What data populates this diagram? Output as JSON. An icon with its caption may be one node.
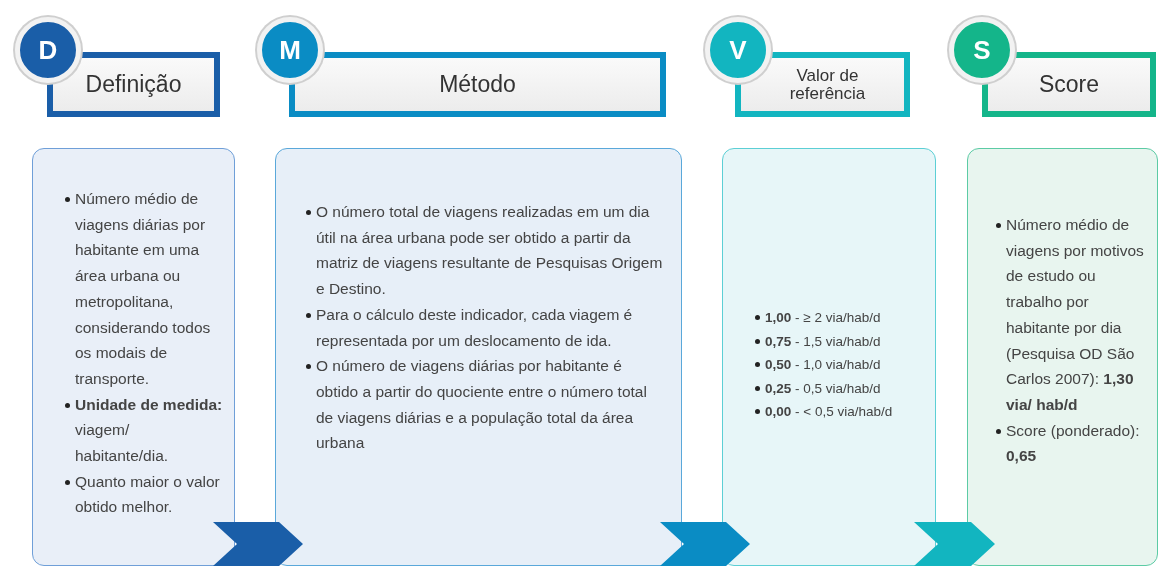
{
  "diagram": {
    "nodes": [
      {
        "text": [
          "D"
        ]
      },
      {
        "text": [
          "Definição"
        ]
      },
      {
        "text": [
          "Número médio de viagens diárias por habitante em uma área urbana ou metropolitana, considerando todos os modais de transporte.",
          "**Unidade de medida:** viagem/ habitante/dia.",
          "Quanto maior o valor obtido melhor."
        ]
      },
      {
        "text": [
          "M"
        ]
      },
      {
        "text": [
          "Método"
        ]
      },
      {
        "text": [
          "O número total de viagens realizadas em um dia útil na área urbana pode ser obtido a partir da matriz de viagens resultante de Pesquisas Origem e Destino.",
          "Para o cálculo deste indicador, cada viagem é representada por um deslocamento de ida.",
          "O número de viagens diárias por habitante é obtido a partir do quociente entre o número total de viagens diárias e a população total da área urbana"
        ]
      },
      {
        "text": [
          "V"
        ]
      },
      {
        "text": [
          "Valor de referência"
        ]
      },
      {
        "text": [
          "**1,00** - ≥ 2 via/hab/d",
          "**0,75** - 1,5 via/hab/d",
          "**0,50** - 1,0 via/hab/d",
          "**0,25** - 0,5 via/hab/d",
          "**0,00** - < 0,5 via/hab/d"
        ]
      },
      {
        "text": [
          "S"
        ]
      },
      {
        "text": [
          "Score"
        ]
      },
      {
        "text": [
          "Número médio de viagens por motivos de estudo ou trabalho por habitante por dia (Pesquisa OD São Carlos 2007): **1,30 via/ hab/d**",
          "Score (ponderado): **0,65**"
        ]
      }
    ],
    "edges": [
      {
        "from": 2,
        "to": 5,
        "arrow": "to"
      },
      {
        "from": 5,
        "to": 8,
        "arrow": "to"
      },
      {
        "from": 8,
        "to": 11,
        "arrow": "to"
      }
    ]
  }
}
